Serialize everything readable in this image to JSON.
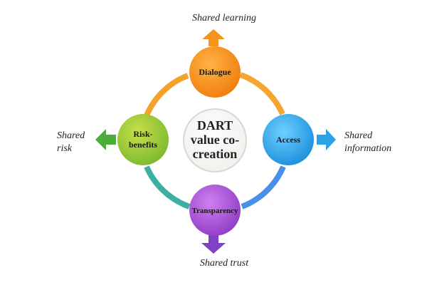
{
  "center": {
    "lines": [
      "DART",
      "value co-",
      "creation"
    ]
  },
  "nodes": {
    "dialogue": {
      "label": "Dialogue",
      "color": "#f7941d"
    },
    "access": {
      "label": "Access",
      "color": "#29a3e6"
    },
    "transparency": {
      "label": "Transparency",
      "color": "#a24fd0"
    },
    "risk": {
      "lines": [
        "Risk-",
        "benefits"
      ],
      "color": "#8dc63f"
    }
  },
  "outcomes": {
    "learning": "Shared learning",
    "information": [
      "Shared",
      "information"
    ],
    "trust": "Shared trust",
    "risk": [
      "Shared",
      "risk"
    ]
  }
}
